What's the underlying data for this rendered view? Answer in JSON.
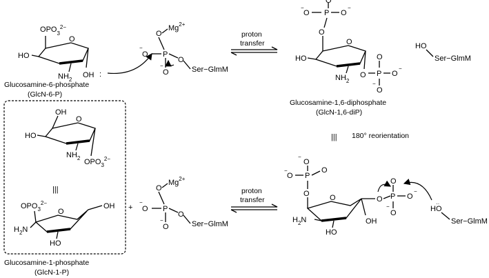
{
  "diagram": {
    "compounds": {
      "glcn6p": {
        "name": "Glucosamine-6-phosphate",
        "abbrev": "(GlcN-6-P)"
      },
      "glcn16dip": {
        "name": "Glucosamine-1,6-diphosphate",
        "abbrev": "(GlcN-1,6-diP)"
      },
      "glcn1p": {
        "name": "Glucosamine-1-phosphate",
        "abbrev": "(GlcN-1-P)"
      }
    },
    "atoms": {
      "ho": "HO",
      "oh": "OH",
      "nh2": "NH",
      "h2n": "H",
      "two": "2",
      "o": "O",
      "p": "P",
      "minus": "−",
      "opo3": "OPO",
      "opo3_sub": "3",
      "opo3_sup": "2−",
      "po3": "PO",
      "mg": "Mg",
      "mg_sup": "2+",
      "ser": "Ser",
      "glmm": "GlmM",
      "dash": "−",
      "lone_pair": ":",
      "lone_pair_top": "··"
    },
    "arrows": {
      "proton_transfer_line1": "proton",
      "proton_transfer_line2": "transfer",
      "reorientation": "180° reorientation"
    },
    "operators": {
      "plus": "+",
      "equivalent": "|||"
    }
  }
}
